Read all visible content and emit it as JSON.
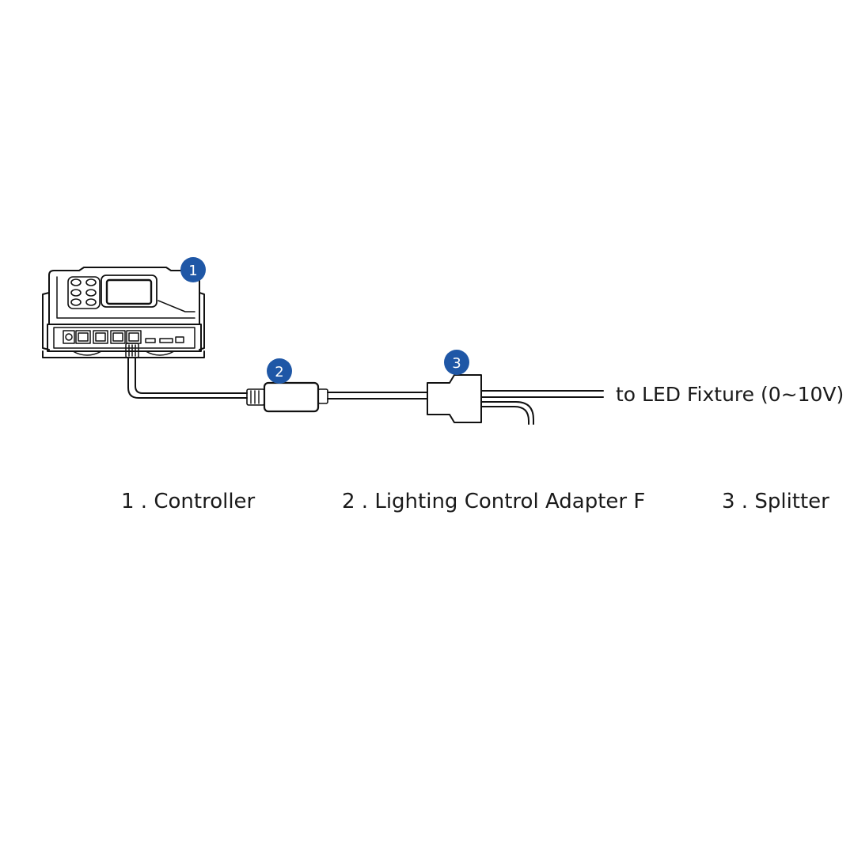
{
  "badges": [
    "1",
    "2",
    "3"
  ],
  "labels": {
    "fixture": "to LED Fixture (0~10V)"
  },
  "captions": [
    "1 . Controller",
    "2 . Lighting Control Adapter F",
    "3 . Splitter"
  ],
  "colors": {
    "badge": "#1f57a6",
    "line": "#111111"
  }
}
